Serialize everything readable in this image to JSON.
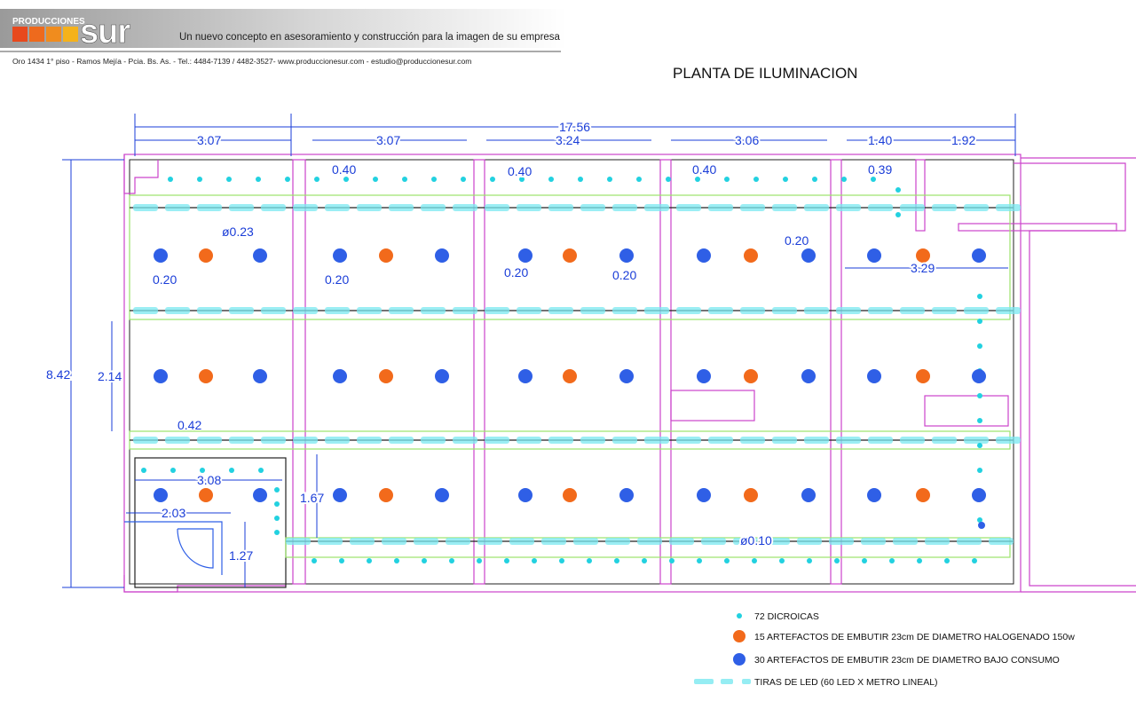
{
  "header": {
    "brand_small": "PRODUCCIONES",
    "brand_big": "sur",
    "tagline": "Un nuevo concepto en asesoramiento y construcción para la imagen de su empresa",
    "contact": "Oro 1434 1° piso - Ramos Mejía - Pcia. Bs. As. - Tel.: 4484-7139 / 4482-3527- www.produccionesur.com - estudio@produccionesur.com",
    "logo_colors": [
      "#e8491d",
      "#f08c1e",
      "#f5b21b",
      "#f9d81f"
    ]
  },
  "plan": {
    "title": "PLANTA DE ILUMINACION",
    "dimensions": {
      "total_width": "17.56",
      "seg1": "3.07",
      "seg2": "3.07",
      "seg3": "3.24",
      "seg4": "3.06",
      "seg5": "1.40",
      "seg6": "1.92",
      "off1": "0.40",
      "off2": "0.40",
      "off3": "0.40",
      "off4": "0.39",
      "total_height": "8.42",
      "row_height": "2.14",
      "diameter_top": "ø0.23",
      "diameter_bottom": "ø0.10",
      "gap_a": "0.20",
      "gap_b": "0.20",
      "gap_c": "0.20",
      "gap_d": "0.20",
      "gap_e": "0.20",
      "right_span": "3.29",
      "inset": "0.42",
      "office_w": "3.08",
      "office_h": "1.67",
      "office_inner": "2.03",
      "door_h": "1.27"
    },
    "colors": {
      "wall": "#cc44cc",
      "dim": "#1a3dd8",
      "led": "#7ae8f0",
      "dicroica": "#22d1e0",
      "halogen": "#f26a1b",
      "bajo": "#2f5fe6",
      "green": "#9be36a"
    }
  },
  "legend": {
    "dicroicas": "72 DICROICAS",
    "halogenos": "15 ARTEFACTOS DE EMBUTIR 23cm DE DIAMETRO  HALOGENADO 150w",
    "bajo_consumo": "30 ARTEFACTOS DE EMBUTIR 23cm DE DIAMETRO BAJO CONSUMO",
    "tiras_led": "TIRAS DE LED (60 LED X METRO LINEAL)"
  }
}
